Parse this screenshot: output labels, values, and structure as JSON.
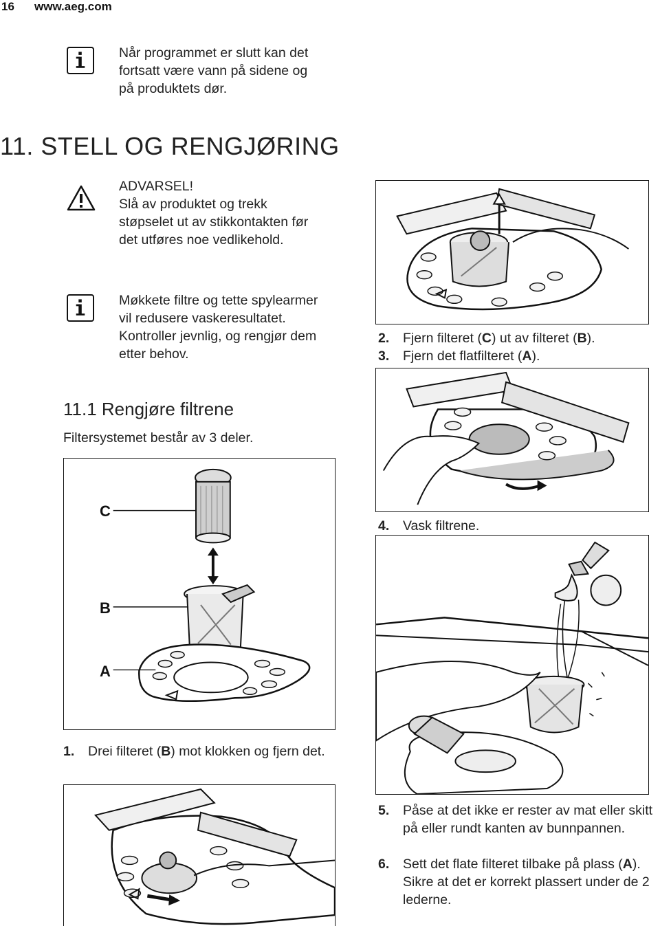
{
  "header": {
    "page_number": "16",
    "website": "www.aeg.com"
  },
  "notes": {
    "note1": "Når programmet er slutt kan det fortsatt være vann på sidene og på produktets dør.",
    "note2": "Møkkete filtre og tette spylearmer vil redusere vaskeresultatet. Kontroller jevnlig, og rengjør dem etter behov."
  },
  "section": {
    "title": "11. STELL OG RENGJØRING"
  },
  "warning": {
    "title": "ADVARSEL!",
    "text": "Slå av produktet og trekk støpselet ut av stikkontakten før det utføres noe vedlikehold."
  },
  "subsection": {
    "title": "11.1 Rengjøre filtrene",
    "intro": "Filtersystemet består av 3 deler."
  },
  "figure_labels": {
    "c": "C",
    "b": "B",
    "a": "A"
  },
  "steps": {
    "s1": {
      "num": "1.",
      "pre": "Drei filteret (",
      "k1": "B",
      "post": ") mot klokken og fjern det."
    },
    "s2": {
      "num": "2.",
      "pre": "Fjern filteret (",
      "k1": "C",
      "mid": ") ut av filteret (",
      "k2": "B",
      "post": ")."
    },
    "s3": {
      "num": "3.",
      "pre": "Fjern det flatfilteret (",
      "k1": "A",
      "post": ")."
    },
    "s4": {
      "num": "4.",
      "text": "Vask filtrene."
    },
    "s5": {
      "num": "5.",
      "text": "Påse at det ikke er rester av mat eller skitt på eller rundt kanten av bunnpannen."
    },
    "s6": {
      "num": "6.",
      "pre": "Sett det flate filteret tilbake på plass (",
      "k1": "A",
      "post": "). Sikre at det er korrekt plassert under de 2 lederne."
    }
  }
}
